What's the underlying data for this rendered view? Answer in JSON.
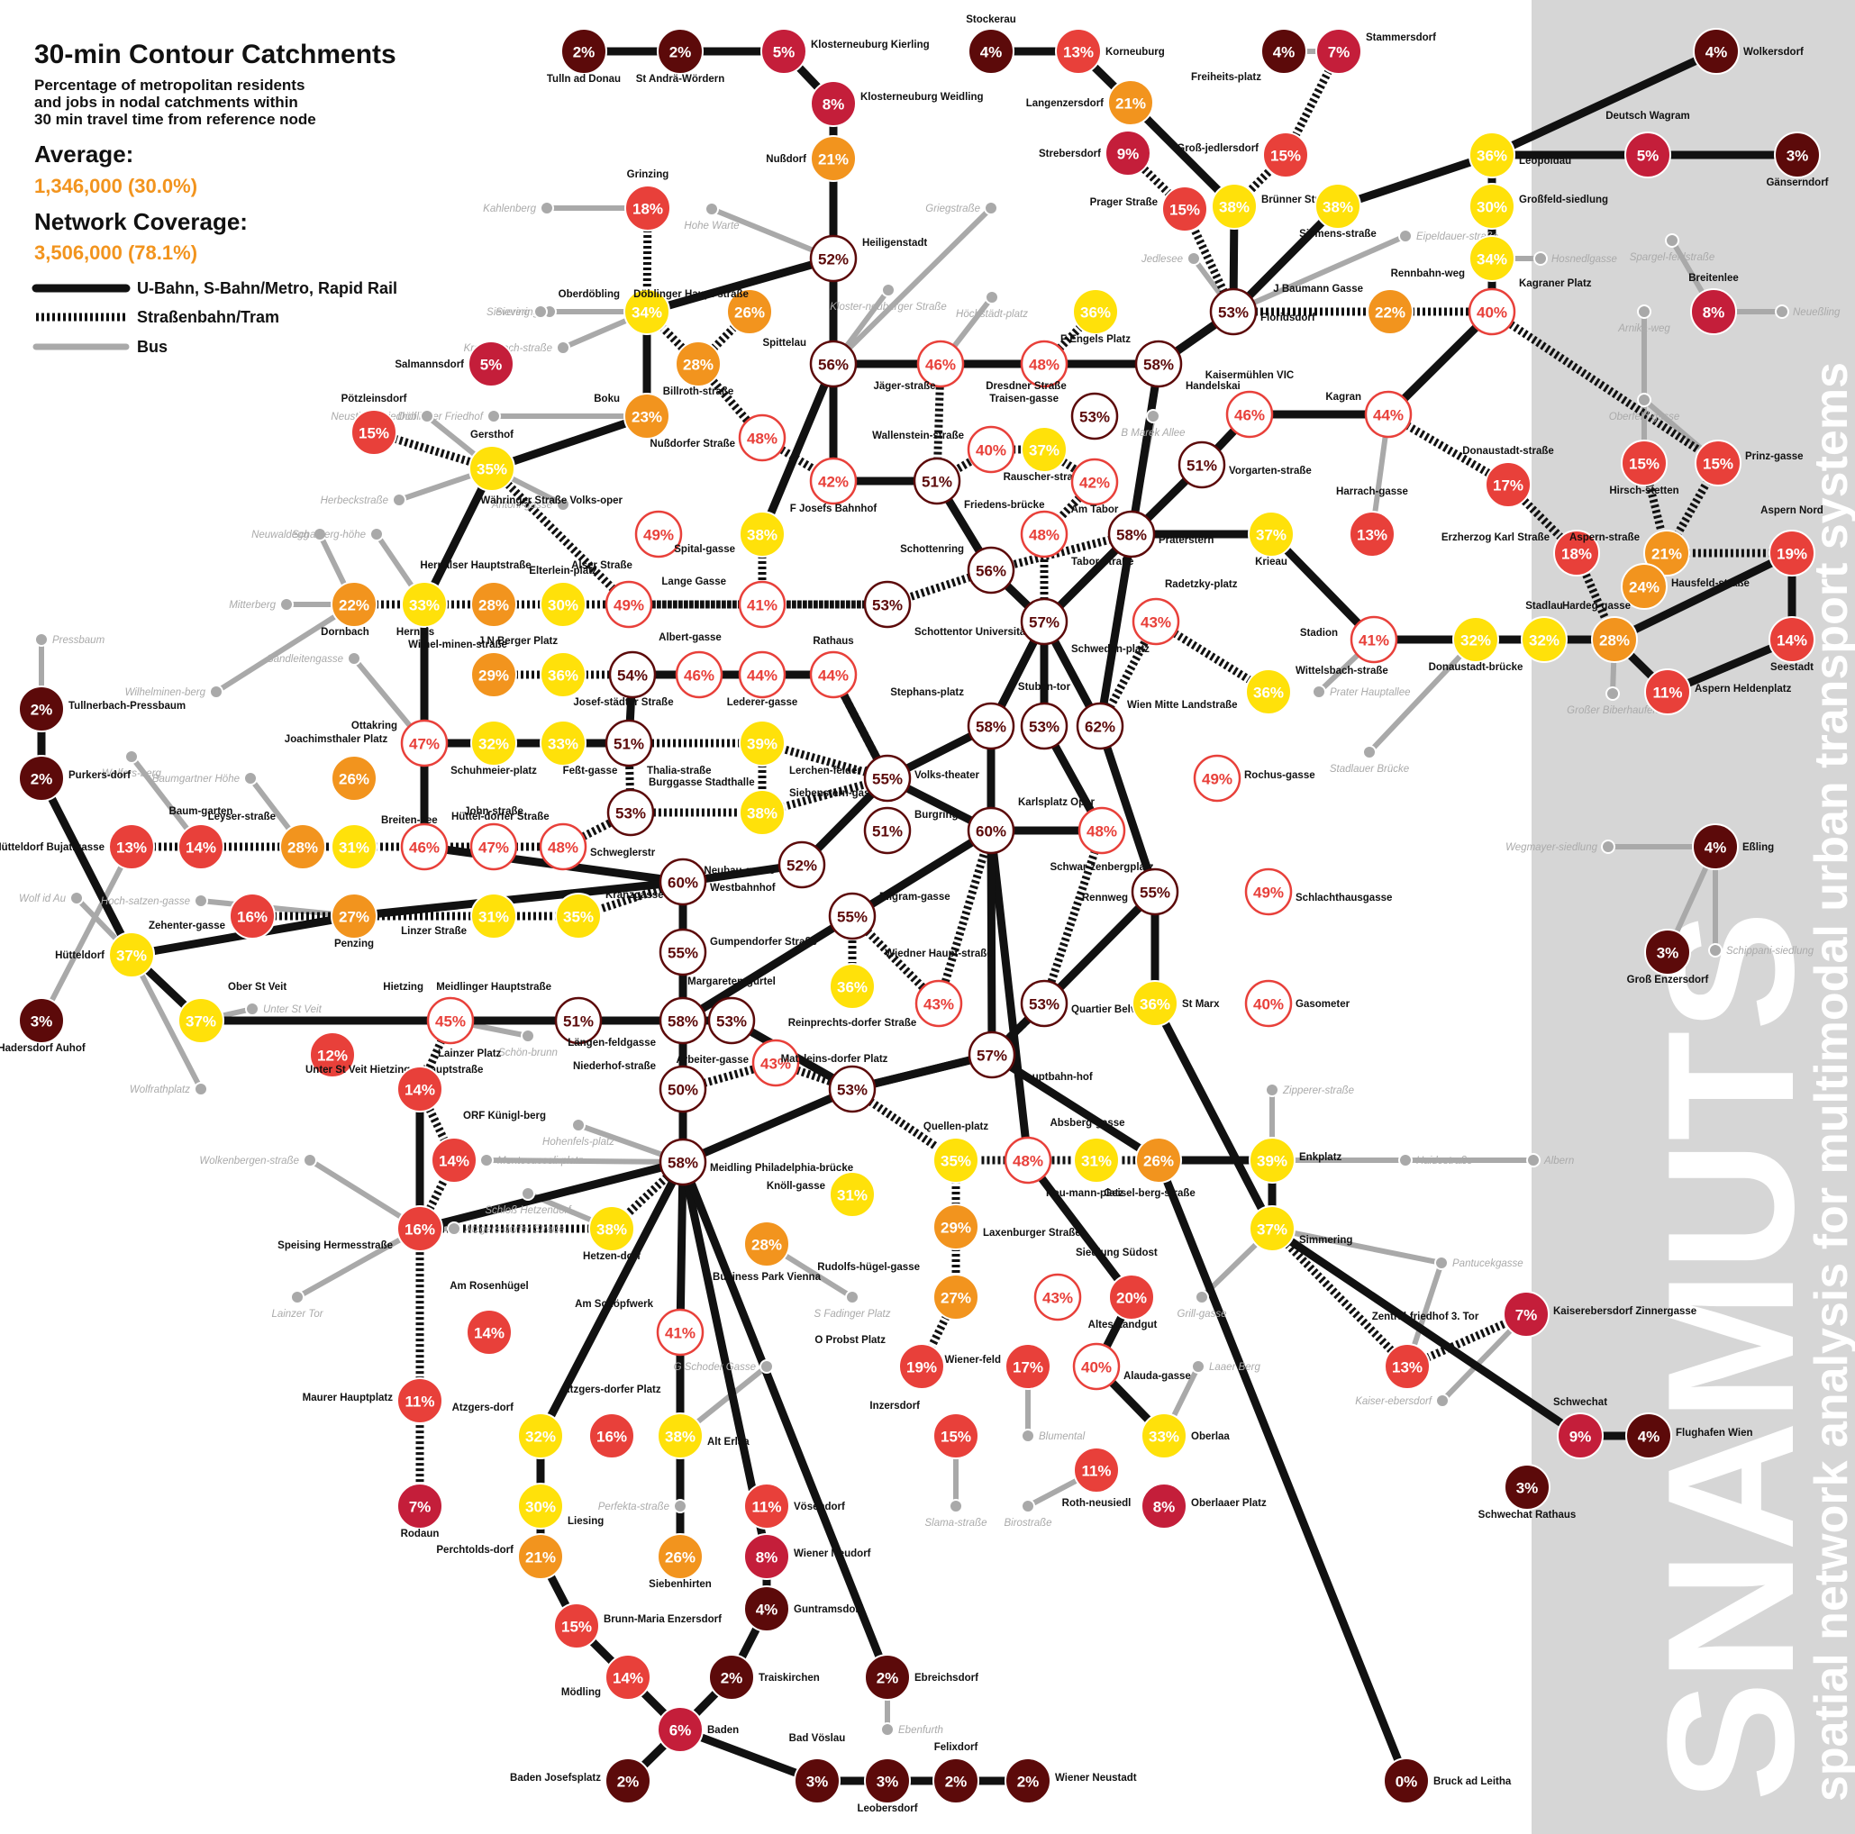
{
  "header": {
    "title": "30-min Contour Catchments",
    "subtitle": [
      "Percentage of metropolitan residents",
      "and jobs in nodal catchments within",
      "30 min travel time from reference node"
    ],
    "average_label": "Average:",
    "average_value": "1,346,000 (30.0%)",
    "coverage_label": "Network Coverage:",
    "coverage_value": "3,506,000 (78.1%)"
  },
  "legend": {
    "rail": "U-Bahn, S-Bahn/Metro, Rapid Rail",
    "tram": "Straßenbahn/Tram",
    "bus": "Bus"
  },
  "watermark": {
    "title": "SNAMUTS",
    "subtitle": "spatial network analysis for multimodal urban transport systems"
  },
  "colors": {
    "rail": "#111111",
    "tram": "#111111",
    "bus": "#a9a9a9",
    "accent": "#f2941e",
    "pct_0_9": "#5c0a0a",
    "pct_5_9": "#c41e3a",
    "pct_10_20": "#e8403a",
    "pct_20_30": "#f2941e",
    "pct_30_40": "#ffe10a",
    "pct_40_50_stroke": "#e8403a",
    "pct_50_plus_stroke": "#5c0a0a"
  },
  "stations": [
    {
      "id": "tulln",
      "pct": 2,
      "name": "Tulln ad Donau"
    },
    {
      "id": "stanrae",
      "pct": 2,
      "name": "St Andrä-Wördern"
    },
    {
      "id": "kierling",
      "pct": 5,
      "name": "Klosterneuburg Kierling"
    },
    {
      "id": "weidling",
      "pct": 8,
      "name": "Klosterneuburg Weidling"
    },
    {
      "id": "nussdorf",
      "pct": 21,
      "name": "Nußdorf"
    },
    {
      "id": "heiligenstadt",
      "pct": 52,
      "name": "Heiligenstadt"
    },
    {
      "id": "stockerau",
      "pct": 4,
      "name": "Stockerau"
    },
    {
      "id": "korneuburg",
      "pct": 13,
      "name": "Korneuburg"
    },
    {
      "id": "langenzersdorf",
      "pct": 21,
      "name": "Langenzersdorf"
    },
    {
      "id": "strebersdorf",
      "pct": 9,
      "name": "Strebersdorf"
    },
    {
      "id": "prager",
      "pct": 15,
      "name": "Prager Straße"
    },
    {
      "id": "freiheitsplatz",
      "pct": 4,
      "name": "Freiheits-platz"
    },
    {
      "id": "stammersdorf",
      "pct": 7,
      "name": "Stammersdorf"
    },
    {
      "id": "gross_jedlersdorf",
      "pct": 15,
      "name": "Groß-jedlersdorf"
    },
    {
      "id": "bruenner",
      "pct": 38,
      "name": "Brünner Straße"
    },
    {
      "id": "siemens",
      "pct": 38,
      "name": "Siemens-straße"
    },
    {
      "id": "floridsdorf",
      "pct": 53,
      "name": "Floridsdorf"
    },
    {
      "id": "wolkersdorf",
      "pct": 4,
      "name": "Wolkersdorf"
    },
    {
      "id": "leopoldau",
      "pct": 36,
      "name": "Leopoldau"
    },
    {
      "id": "deutschwagram",
      "pct": 5,
      "name": "Deutsch Wagram"
    },
    {
      "id": "gaenserndorf",
      "pct": 3,
      "name": "Gänserndorf"
    },
    {
      "id": "grossfeld",
      "pct": 30,
      "name": "Großfeld-siedlung"
    },
    {
      "id": "rennbahnweg",
      "pct": 34,
      "name": "Rennbahn-weg"
    },
    {
      "id": "kagraner",
      "pct": 40,
      "name": "Kagraner Platz"
    },
    {
      "id": "baumann",
      "pct": 22,
      "name": "J Baumann Gasse"
    },
    {
      "id": "breitenlee",
      "pct": 8,
      "name": "Breitenlee"
    },
    {
      "id": "grinzing",
      "pct": 18,
      "name": "Grinzing"
    },
    {
      "id": "oberdoebling",
      "pct": 34,
      "name": "Oberdöbling"
    },
    {
      "id": "doeblinger",
      "pct": 26,
      "name": "Döblinger Haupt-straße"
    },
    {
      "id": "salmannsdorf",
      "pct": 5,
      "name": "Salmannsdorf"
    },
    {
      "id": "billroth",
      "pct": 28,
      "name": "Billroth-straße"
    },
    {
      "id": "spittelau",
      "pct": 56,
      "name": "Spittelau"
    },
    {
      "id": "jaeger",
      "pct": 46,
      "name": "Jäger-straße"
    },
    {
      "id": "dresdner",
      "pct": 48,
      "name": "Dresdner Straße"
    },
    {
      "id": "fengels",
      "pct": 36,
      "name": "F Engels Platz"
    },
    {
      "id": "handelskai",
      "pct": 58,
      "name": "Handelskai"
    },
    {
      "id": "traisengasse",
      "pct": 53,
      "name": "Traisen-gasse"
    },
    {
      "id": "kaisermuehlen",
      "pct": 46,
      "name": "Kaisermühlen VIC"
    },
    {
      "id": "kagran",
      "pct": 44,
      "name": "Kagran"
    },
    {
      "id": "poetzleinsdorf",
      "pct": 15,
      "name": "Pötzleinsdorf"
    },
    {
      "id": "boku",
      "pct": 23,
      "name": "Boku"
    },
    {
      "id": "gersthof",
      "pct": 35,
      "name": "Gersthof"
    },
    {
      "id": "nussdorfer",
      "pct": 48,
      "name": "Nußdorfer Straße"
    },
    {
      "id": "fjosefs",
      "pct": 42,
      "name": "F Josefs Bahnhof"
    },
    {
      "id": "friedensbruecke",
      "pct": 51,
      "name": "Friedens-brücke"
    },
    {
      "id": "wallenstein",
      "pct": 40,
      "name": "Wallenstein-straße"
    },
    {
      "id": "rauscher",
      "pct": 37,
      "name": "Rauscher-straße"
    },
    {
      "id": "amtabor",
      "pct": 42,
      "name": "Am Tabor"
    },
    {
      "id": "vorgarten",
      "pct": 51,
      "name": "Vorgarten-straße"
    },
    {
      "id": "donaustadt",
      "pct": 17,
      "name": "Donaustadt-straße"
    },
    {
      "id": "hirschstetten",
      "pct": 15,
      "name": "Hirsch-stetten"
    },
    {
      "id": "prinzgasse",
      "pct": 15,
      "name": "Prinz-gasse"
    },
    {
      "id": "harrach",
      "pct": 13,
      "name": "Harrach-gasse"
    },
    {
      "id": "waehringer",
      "pct": 49,
      "name": "Währinger Straße Volks-oper"
    },
    {
      "id": "spitalgasse",
      "pct": 38,
      "name": "Spital-gasse"
    },
    {
      "id": "schottenring",
      "pct": 56,
      "name": "Schottenring"
    },
    {
      "id": "taborstr",
      "pct": 48,
      "name": "Tabor-straße"
    },
    {
      "id": "praterstern",
      "pct": 58,
      "name": "Praterstern"
    },
    {
      "id": "krieau",
      "pct": 37,
      "name": "Krieau"
    },
    {
      "id": "erzherzog",
      "pct": 18,
      "name": "Erzherzog Karl Straße"
    },
    {
      "id": "asperngasse",
      "pct": 21,
      "name": "Aspern-straße"
    },
    {
      "id": "aspernnord",
      "pct": 19,
      "name": "Aspern Nord"
    },
    {
      "id": "hausfeld",
      "pct": 24,
      "name": "Hausfeld-straße"
    },
    {
      "id": "dornbach",
      "pct": 22,
      "name": "Dornbach"
    },
    {
      "id": "hernals",
      "pct": 33,
      "name": "Hernals"
    },
    {
      "id": "hernalser",
      "pct": 28,
      "name": "Hernalser Hauptstraße"
    },
    {
      "id": "elterlein",
      "pct": 30,
      "name": "Elterlein-platz"
    },
    {
      "id": "alser",
      "pct": 49,
      "name": "Alser Straße"
    },
    {
      "id": "langegasse",
      "pct": 41,
      "name": "Lange Gasse"
    },
    {
      "id": "universitaet",
      "pct": 53,
      "name": "Schottentor Universität"
    },
    {
      "id": "schwedenplatz",
      "pct": 57,
      "name": "Schweden-platz"
    },
    {
      "id": "radetzky",
      "pct": 43,
      "name": "Radetzky-platz"
    },
    {
      "id": "stadion",
      "pct": 41,
      "name": "Stadion"
    },
    {
      "id": "donaustadtbr",
      "pct": 32,
      "name": "Donaustadt-brücke"
    },
    {
      "id": "stadlau",
      "pct": 32,
      "name": "Stadlau"
    },
    {
      "id": "hardeggasse",
      "pct": 28,
      "name": "Hardeg-gasse"
    },
    {
      "id": "seestadt",
      "pct": 14,
      "name": "Seestadt"
    },
    {
      "id": "tullnerbach",
      "pct": 2,
      "name": "Tullnerbach-Pressbaum"
    },
    {
      "id": "wilhelminen",
      "pct": 29,
      "name": "Wilhel-minen-straße"
    },
    {
      "id": "jnberger",
      "pct": 36,
      "name": "J N Berger Platz"
    },
    {
      "id": "josefstaedter",
      "pct": 54,
      "name": "Josef-städter Straße"
    },
    {
      "id": "albertgasse",
      "pct": 46,
      "name": "Albert-gasse"
    },
    {
      "id": "lederer",
      "pct": 44,
      "name": "Lederer-gasse"
    },
    {
      "id": "rathaus",
      "pct": 44,
      "name": "Rathaus"
    },
    {
      "id": "wittelsbach",
      "pct": 36,
      "name": "Wittelsbach-straße"
    },
    {
      "id": "asperhelden",
      "pct": 11,
      "name": "Aspern Heldenplatz"
    },
    {
      "id": "purkersdorf",
      "pct": 2,
      "name": "Purkers-dorf"
    },
    {
      "id": "ottakring",
      "pct": 47,
      "name": "Ottakring"
    },
    {
      "id": "joachimsthaler",
      "pct": 26,
      "name": "Joachimsthaler Platz"
    },
    {
      "id": "schuhmeier",
      "pct": 32,
      "name": "Schuhmeier-platz"
    },
    {
      "id": "festgasse",
      "pct": 33,
      "name": "Feßt-gasse"
    },
    {
      "id": "thaliastr",
      "pct": 51,
      "name": "Thalia-straße"
    },
    {
      "id": "lerchenfelder",
      "pct": 39,
      "name": "Lerchen-felder Straße"
    },
    {
      "id": "stephansplatz",
      "pct": 58,
      "name": "Stephans-platz"
    },
    {
      "id": "stubentor",
      "pct": 53,
      "name": "Stuben-tor"
    },
    {
      "id": "wienmitte",
      "pct": 62,
      "name": "Wien Mitte Landstraße"
    },
    {
      "id": "rochusgasse",
      "pct": 49,
      "name": "Rochus-gasse"
    },
    {
      "id": "huetteldorfb",
      "pct": 13,
      "name": "Hütteldorf Bujatigasse"
    },
    {
      "id": "baumgarten",
      "pct": 14,
      "name": "Baum-garten"
    },
    {
      "id": "leyser",
      "pct": 28,
      "name": "Leyser-straße"
    },
    {
      "id": "breitensee",
      "pct": 31,
      "name": "Breiten-see"
    },
    {
      "id": "huetteldorfer",
      "pct": 46,
      "name": "Hüttel-dorfer Straße"
    },
    {
      "id": "johnstr",
      "pct": 47,
      "name": "John-straße"
    },
    {
      "id": "schwegler",
      "pct": 48,
      "name": "Schweglerstr"
    },
    {
      "id": "burggasse",
      "pct": 53,
      "name": "Burggasse Stadthalle"
    },
    {
      "id": "siebenstern",
      "pct": 38,
      "name": "Siebenstern-gasse"
    },
    {
      "id": "volkstheater",
      "pct": 55,
      "name": "Volks-theater"
    },
    {
      "id": "burgring",
      "pct": 51,
      "name": "Burgring"
    },
    {
      "id": "karlsplatz",
      "pct": 60,
      "name": "Karlsplatz Oper"
    },
    {
      "id": "schwarzenberg",
      "pct": 48,
      "name": "Schwar-zenbergplatz"
    },
    {
      "id": "neubaugasse",
      "pct": 52,
      "name": "Neubau-gasse"
    },
    {
      "id": "westbahnhof",
      "pct": 60,
      "name": "Westbahnhof"
    },
    {
      "id": "zehenter",
      "pct": 16,
      "name": "Zehenter-gasse"
    },
    {
      "id": "penzing",
      "pct": 27,
      "name": "Penzing"
    },
    {
      "id": "linzer",
      "pct": 31,
      "name": "Linzer Straße"
    },
    {
      "id": "kranzgasse",
      "pct": 35,
      "name": "Kranzgasse"
    },
    {
      "id": "pilgram",
      "pct": 55,
      "name": "Pilgram-gasse"
    },
    {
      "id": "rennweg",
      "pct": 55,
      "name": "Rennweg"
    },
    {
      "id": "schlachthaus",
      "pct": 49,
      "name": "Schlachthausgasse"
    },
    {
      "id": "essling",
      "pct": 4,
      "name": "Eßling"
    },
    {
      "id": "huetteldorf",
      "pct": 37,
      "name": "Hütteldorf"
    },
    {
      "id": "gumpendorfer",
      "pct": 55,
      "name": "Gumpendorfer Straße"
    },
    {
      "id": "reinprechts",
      "pct": 36,
      "name": "Reinprechts-dorfer Straße"
    },
    {
      "id": "wiednerhpt",
      "pct": 43,
      "name": "Wiedner Haupt-straße"
    },
    {
      "id": "quartier",
      "pct": 53,
      "name": "Quartier Belvedere"
    },
    {
      "id": "stmarx",
      "pct": 36,
      "name": "St Marx"
    },
    {
      "id": "gasometer",
      "pct": 40,
      "name": "Gasometer"
    },
    {
      "id": "grossenzersdorf",
      "pct": 3,
      "name": "Groß Enzersdorf"
    },
    {
      "id": "haderdorf",
      "pct": 3,
      "name": "Hadersdorf Auhof"
    },
    {
      "id": "oberstveit",
      "pct": 37,
      "name": "Ober St Veit"
    },
    {
      "id": "hietzing",
      "pct": 45,
      "name": "Hietzing"
    },
    {
      "id": "meidlingerhpt",
      "pct": 51,
      "name": "Meidlinger Hauptstraße"
    },
    {
      "id": "laengenfeld",
      "pct": 58,
      "name": "Längen-feldgasse"
    },
    {
      "id": "margareten",
      "pct": 53,
      "name": "Margareten-gürtel"
    },
    {
      "id": "arbeitergasse",
      "pct": 43,
      "name": "Arbeiter-gasse"
    },
    {
      "id": "hauptbahnhof",
      "pct": 57,
      "name": "Hauptbahn-hof"
    },
    {
      "id": "unterstveit",
      "pct": 12,
      "name": "Unter St Veit Hietzinger Hauptstraße"
    },
    {
      "id": "lainzer",
      "pct": 14,
      "name": "Lainzer Platz"
    },
    {
      "id": "niederhof",
      "pct": 50,
      "name": "Niederhof-straße"
    },
    {
      "id": "matzleins",
      "pct": 53,
      "name": "Matzleins-dorfer Platz"
    },
    {
      "id": "orf",
      "pct": 14,
      "name": "ORF Künigl-berg"
    },
    {
      "id": "meidling",
      "pct": 58,
      "name": "Meidling Philadelphia-brücke"
    },
    {
      "id": "knoell",
      "pct": 31,
      "name": "Knöll-gasse"
    },
    {
      "id": "quellenplatz",
      "pct": 35,
      "name": "Quellen-platz"
    },
    {
      "id": "reumann",
      "pct": 48,
      "name": "Reu-mann-platz"
    },
    {
      "id": "absberg",
      "pct": 31,
      "name": "Absberg-gasse"
    },
    {
      "id": "geiselberg",
      "pct": 26,
      "name": "Geisel-berg-straße"
    },
    {
      "id": "enkplatz",
      "pct": 39,
      "name": "Enkplatz"
    },
    {
      "id": "speising",
      "pct": 16,
      "name": "Speising Hermesstraße"
    },
    {
      "id": "hetzendorf",
      "pct": 38,
      "name": "Hetzen-dorf"
    },
    {
      "id": "businesspark",
      "pct": 28,
      "name": "Business Park Vienna"
    },
    {
      "id": "laxenburger",
      "pct": 29,
      "name": "Laxenburger Straße"
    },
    {
      "id": "simmering",
      "pct": 37,
      "name": "Simmering"
    },
    {
      "id": "amrosenhuegel",
      "pct": 14,
      "name": "Am Rosenhügel"
    },
    {
      "id": "amschoepfwerk",
      "pct": 41,
      "name": "Am Schöpfwerk"
    },
    {
      "id": "rudolfshuegel",
      "pct": 27,
      "name": "Rudolfs-hügel-gasse"
    },
    {
      "id": "siedlungsuedost",
      "pct": 43,
      "name": "Siedlung Südost"
    },
    {
      "id": "altesland",
      "pct": 20,
      "name": "Altes Landgut"
    },
    {
      "id": "kaiserebersdorf",
      "pct": 7,
      "name": "Kaiserebersdorf Zinnergasse"
    },
    {
      "id": "zentralfriedhof",
      "pct": 13,
      "name": "Zentral-friedhof 3. Tor"
    },
    {
      "id": "maurer",
      "pct": 11,
      "name": "Maurer Hauptplatz"
    },
    {
      "id": "oprobst",
      "pct": 19,
      "name": "O Probst Platz"
    },
    {
      "id": "wienerfeld",
      "pct": 17,
      "name": "Wiener-feld"
    },
    {
      "id": "alaudagasse",
      "pct": 40,
      "name": "Alauda-gasse"
    },
    {
      "id": "atzgersdorf",
      "pct": 32,
      "name": "Atzgers-dorf"
    },
    {
      "id": "atzgersplatz",
      "pct": 16,
      "name": "Atzgers-dorfer Platz"
    },
    {
      "id": "alterlaa",
      "pct": 38,
      "name": "Alt Erlaa"
    },
    {
      "id": "inzersdorf",
      "pct": 15,
      "name": "Inzersdorf"
    },
    {
      "id": "oberlaa",
      "pct": 33,
      "name": "Oberlaa"
    },
    {
      "id": "schwechat",
      "pct": 9,
      "name": "Schwechat"
    },
    {
      "id": "flughafen",
      "pct": 4,
      "name": "Flughafen Wien"
    },
    {
      "id": "rothneusiedl",
      "pct": 11,
      "name": "Roth-neusiedl"
    },
    {
      "id": "rodaun",
      "pct": 7,
      "name": "Rodaun"
    },
    {
      "id": "liesing",
      "pct": 30,
      "name": "Liesing"
    },
    {
      "id": "voesendorf",
      "pct": 11,
      "name": "Vösendorf"
    },
    {
      "id": "oberlaaer",
      "pct": 8,
      "name": "Oberlaaer Platz"
    },
    {
      "id": "schwechatrat",
      "pct": 3,
      "name": "Schwechat Rathaus"
    },
    {
      "id": "perchtoldsdorf",
      "pct": 21,
      "name": "Perchtolds-dorf"
    },
    {
      "id": "siebenhirten",
      "pct": 26,
      "name": "Siebenhirten"
    },
    {
      "id": "wienerneudorf",
      "pct": 8,
      "name": "Wiener Neudorf"
    },
    {
      "id": "guntramsdorf",
      "pct": 4,
      "name": "Guntramsdorf"
    },
    {
      "id": "brunn",
      "pct": 15,
      "name": "Brunn-Maria Enzersdorf"
    },
    {
      "id": "moedling",
      "pct": 14,
      "name": "Mödling"
    },
    {
      "id": "traiskirchen",
      "pct": 2,
      "name": "Traiskirchen"
    },
    {
      "id": "ebreichsdorf",
      "pct": 2,
      "name": "Ebreichsdorf"
    },
    {
      "id": "baden",
      "pct": 6,
      "name": "Baden"
    },
    {
      "id": "badenjosef",
      "pct": 2,
      "name": "Baden Josefsplatz"
    },
    {
      "id": "badvoeslau",
      "pct": 3,
      "name": "Bad Vöslau"
    },
    {
      "id": "leobersdorf",
      "pct": 3,
      "name": "Leobersdorf"
    },
    {
      "id": "felixdorf",
      "pct": 2,
      "name": "Felixdorf"
    },
    {
      "id": "wrneustadt",
      "pct": 2,
      "name": "Wiener Neustadt"
    },
    {
      "id": "bruck",
      "pct": 0,
      "name": "Bruck ad Leitha"
    }
  ],
  "bus_stops": [
    "Kahlenberg",
    "Hohe Warte",
    "Griegstraße",
    "Jedlesee",
    "Eipeldauer-straße",
    "Hosnedlgasse",
    "Sievering",
    "Kloster-neuburger Straße",
    "Höchstädt-platz",
    "Spargel-feldstraße",
    "Arnika-weg",
    "Neueßling",
    "Krottenbach-straße",
    "Döblinger Friedhof",
    "Neustifter Friedhof",
    "Oberfeld-gasse",
    "B Marek Allee",
    "Herbeckstraße",
    "Antoni-gasse",
    "Neuwaldegg",
    "Schafberg-höhe",
    "Mitterberg",
    "Sandleitengasse",
    "Pressbaum",
    "Wilhelminen-berg",
    "Prater Hauptallee",
    "Großer Biberhaufen",
    "Stadlauer Brücke",
    "Wolfers-berg",
    "Baumgartner Höhe",
    "Wegmayer-siedlung",
    "Hoch-satzen-gasse",
    "Wolf id Au",
    "Schippani-siedlung",
    "Unter St Veit",
    "Schön-brunn",
    "Wolfrathplatz",
    "Zipperer-straße",
    "Hohenfels-platz",
    "Wolkenbergen-straße",
    "Montecuccoli-platz",
    "Schloß Hetzendorf",
    "Haidestraße",
    "Albern",
    "Pantucekgasse",
    "Atzgers-dorfer Straße",
    "Lainzer Tor",
    "S Fadinger Platz",
    "Grill-gasse",
    "G Schoder Gasse",
    "Laaer Berg",
    "Kaiser-ebersdorf",
    "Blumental",
    "Perfekta-straße",
    "Slama-straße",
    "Birostraße",
    "Ebenfurth"
  ]
}
